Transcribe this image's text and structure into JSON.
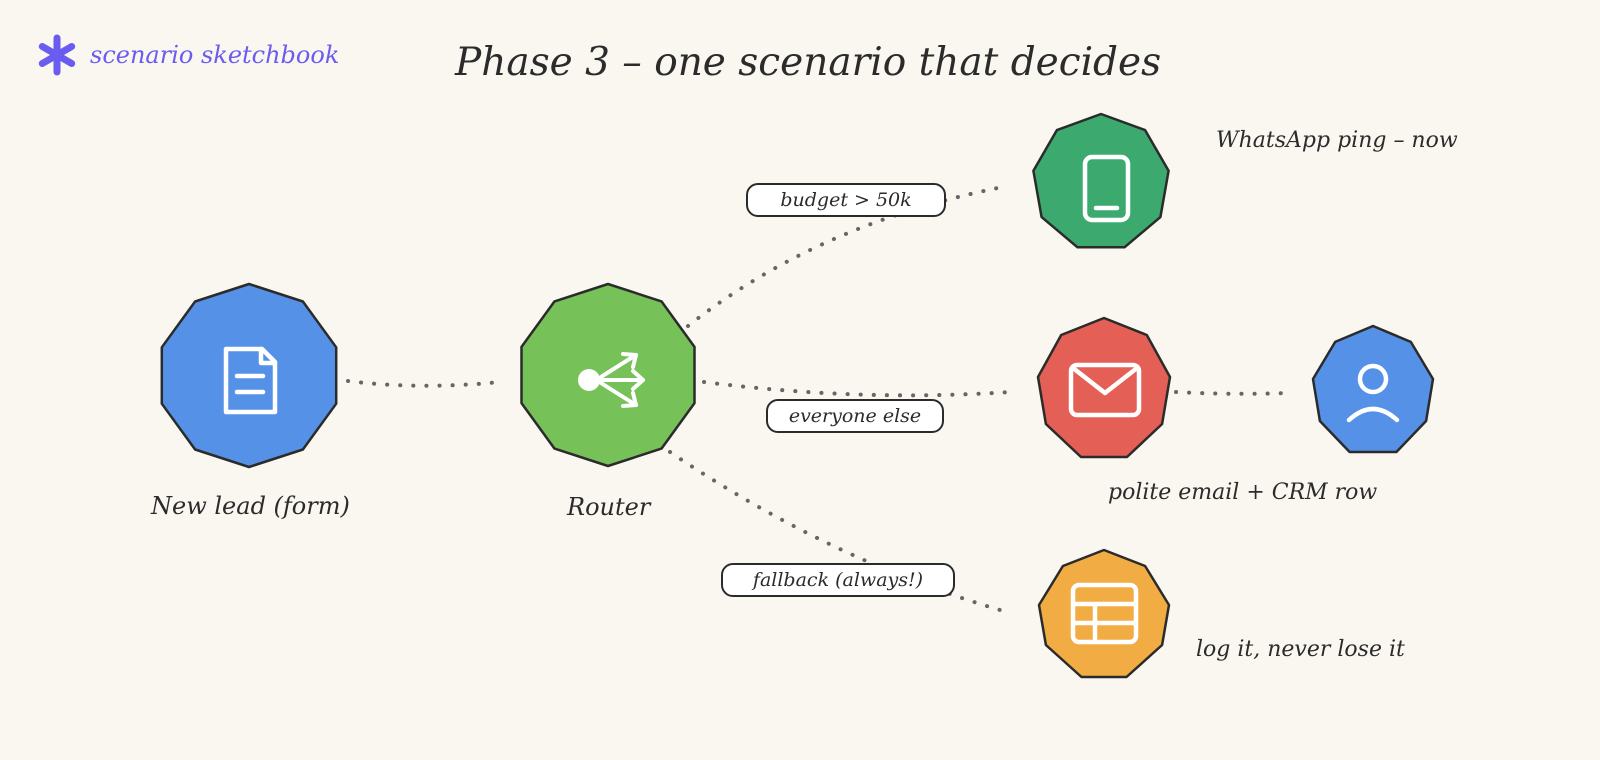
{
  "header": {
    "brand": "scenario sketchbook",
    "title": "Phase 3 – one scenario that decides"
  },
  "colors": {
    "blue": "#5591e6",
    "green_router": "#77c159",
    "green_whatsapp": "#3caa6f",
    "red": "#e45f55",
    "orange": "#f2ac44",
    "brand_purple": "#6a5cf0",
    "ink": "#2b2b2b"
  },
  "nodes": {
    "lead": {
      "label": "New lead (form)",
      "icon": "document-icon"
    },
    "router": {
      "label": "Router",
      "icon": "split-arrows-icon"
    },
    "whatsapp": {
      "label": "WhatsApp ping – now",
      "icon": "phone-icon"
    },
    "email": {
      "label": "polite email + CRM row",
      "icon": "envelope-icon"
    },
    "crm": {
      "icon": "user-icon"
    },
    "log": {
      "label": "log it, never lose it",
      "icon": "table-icon"
    }
  },
  "routes": {
    "budget": "budget > 50k",
    "everyone": "everyone else",
    "fallback": "fallback (always!)"
  }
}
